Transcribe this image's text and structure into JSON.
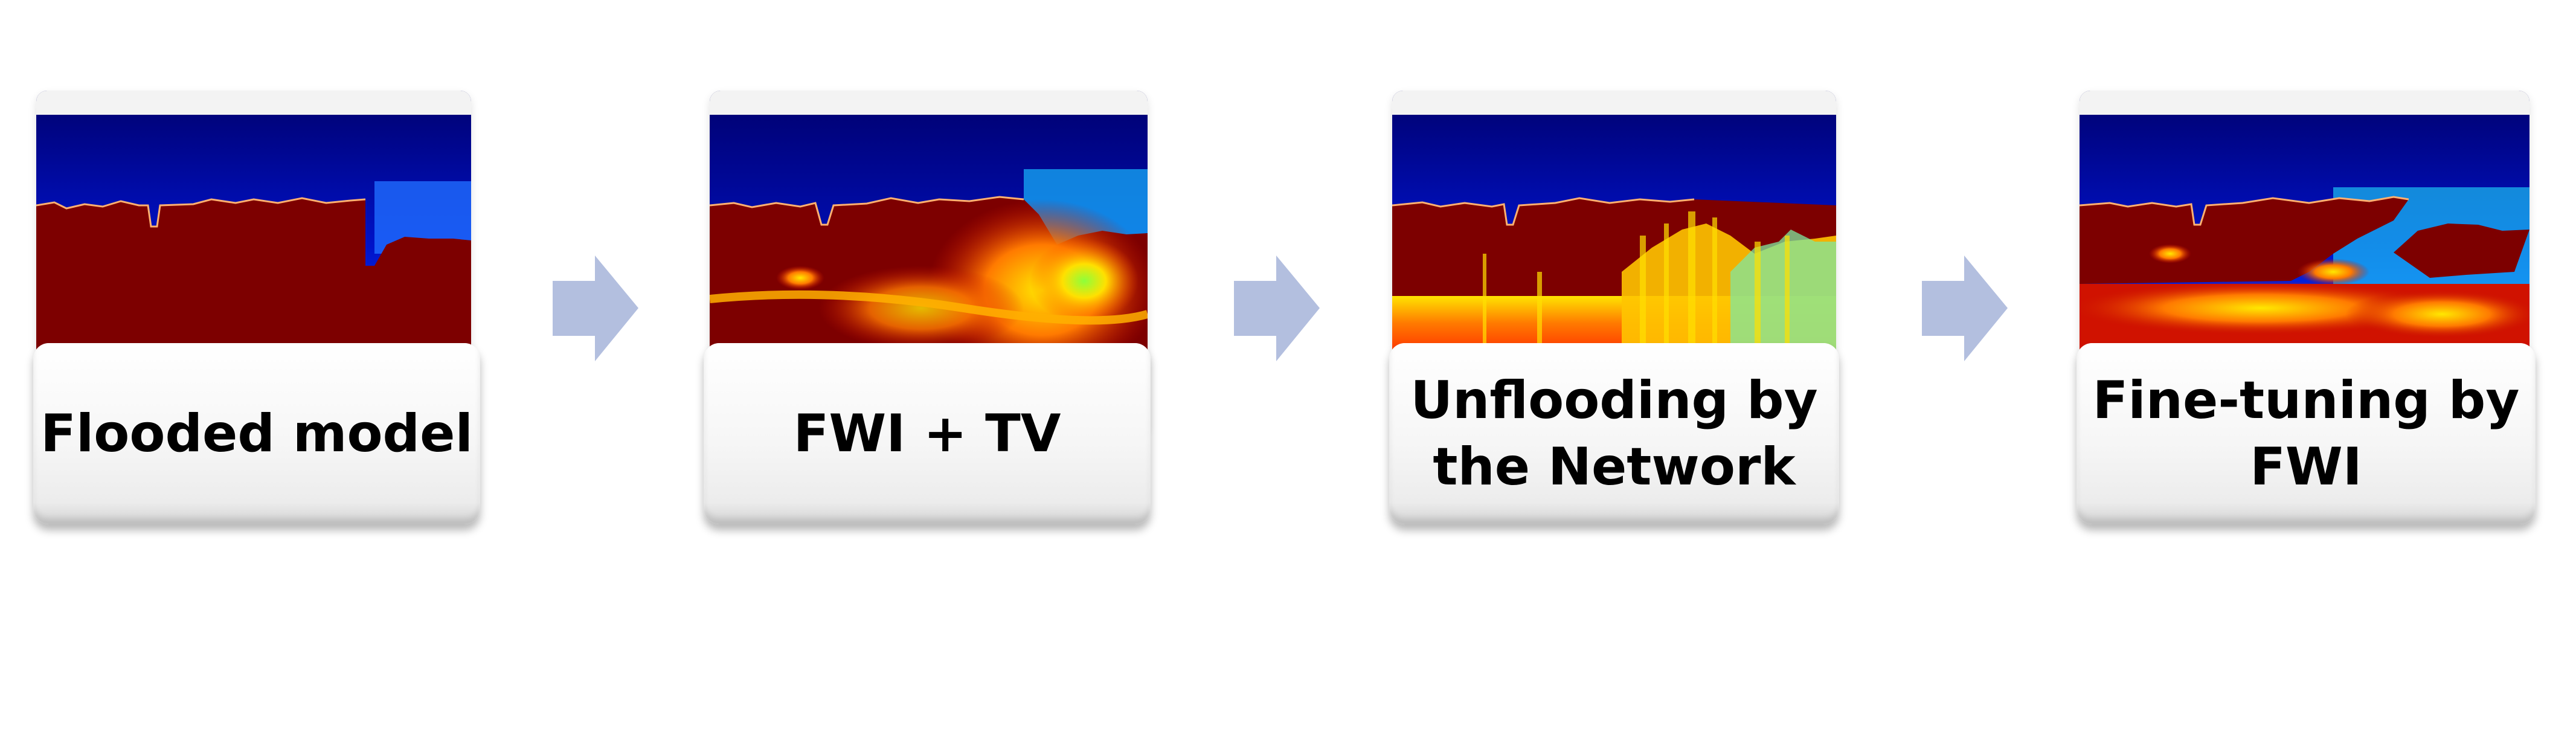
{
  "colors": {
    "arrow": "#b3bfdf",
    "water_top": "#00007a",
    "water_bottom": "#0a4cff",
    "salt": "#7d0000"
  },
  "steps": [
    {
      "id": "flooded",
      "label": "Flooded model",
      "panel_icon": "velocity-model-flooded"
    },
    {
      "id": "fwi_tv",
      "label": "FWI + TV",
      "panel_icon": "velocity-model-fwi-tv"
    },
    {
      "id": "unflooding",
      "label": "Unflooding by\nthe Network",
      "panel_icon": "velocity-model-unflooded"
    },
    {
      "id": "finetune",
      "label": "Fine-tuning by\nFWI",
      "panel_icon": "velocity-model-finetuned"
    }
  ],
  "arrows": [
    {
      "icon": "right-arrow-icon"
    },
    {
      "icon": "right-arrow-icon"
    },
    {
      "icon": "right-arrow-icon"
    }
  ]
}
